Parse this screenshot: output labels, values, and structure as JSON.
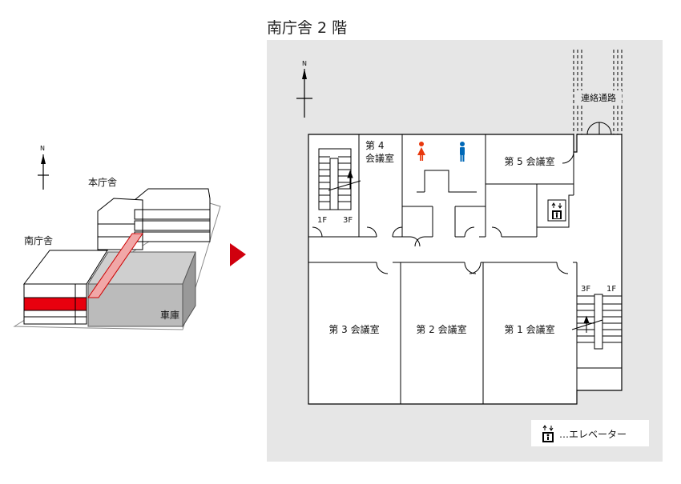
{
  "title": "南庁舎 2 階",
  "overview": {
    "north": "N",
    "main_building": "本庁舎",
    "south_building": "南庁舎",
    "garage": "車庫"
  },
  "plan": {
    "north": "N",
    "corridor_link": "連絡通路",
    "rooms": {
      "room4_line1": "第 4",
      "room4_line2": "会議室",
      "room5": "第 5 会議室",
      "room3": "第 3 会議室",
      "room2": "第 2 会議室",
      "room1": "第 1 会議室"
    },
    "stairs_left": {
      "lower": "1F",
      "upper": "3F"
    },
    "stairs_right": {
      "upper": "3F",
      "lower": "1F"
    }
  },
  "legend": {
    "label": "…エレベーター"
  },
  "colors": {
    "highlight_red": "#e8000e",
    "arrow_red": "#d0000e",
    "female_icon": "#e8380d",
    "male_icon": "#0068b7",
    "background_panel": "#e6e6e6"
  }
}
